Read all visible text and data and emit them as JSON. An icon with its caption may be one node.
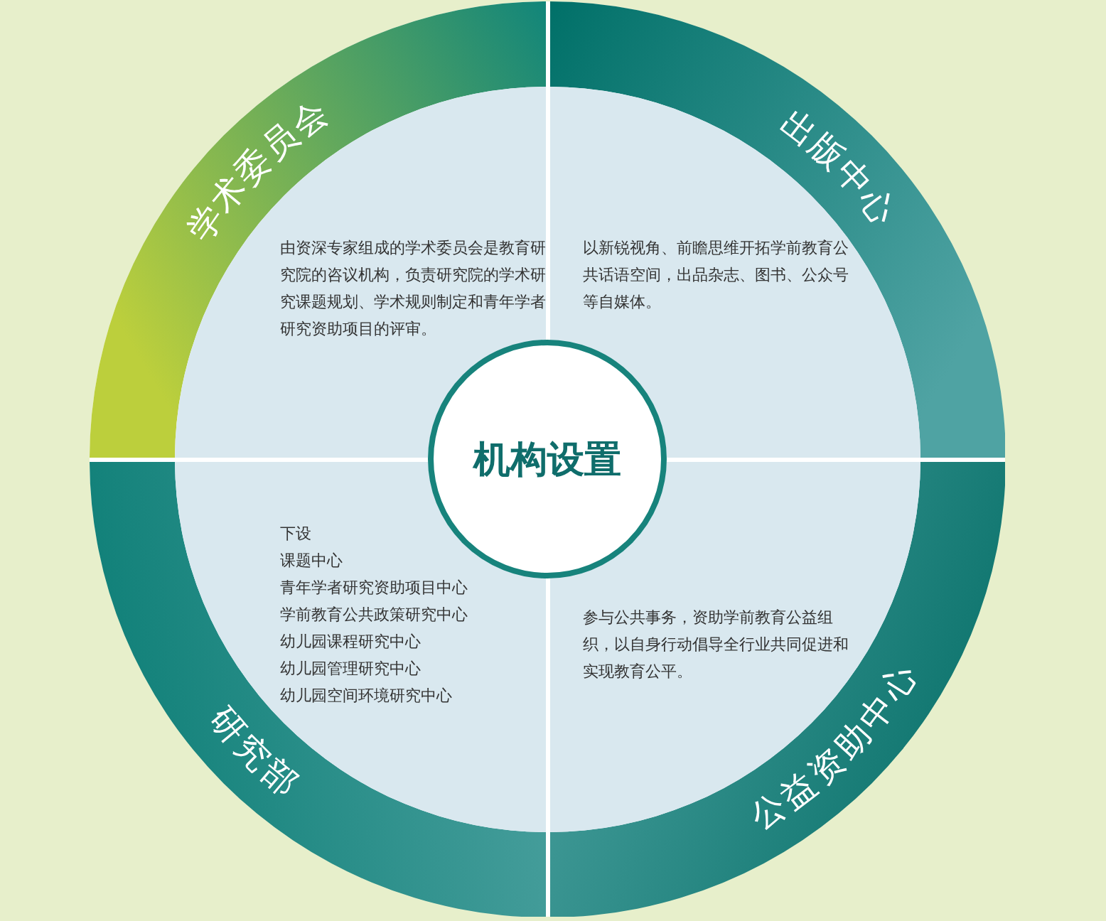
{
  "diagram": {
    "nodes": [
      {
        "text": [
          "机构设置"
        ]
      },
      {
        "text": [
          "学术委员会",
          "由资深专家组成的学术委员会是教育研究院的咨议机构，负责研究院的学术研究课题规划、学术规则制定和青年学者研究资助项目的评审。"
        ]
      },
      {
        "text": [
          "出版中心",
          "以新锐视角、前瞻思维开拓学前教育公共话语空间，出品杂志、图书、公众号等自媒体。"
        ]
      },
      {
        "text": [
          "研究部",
          "下设",
          "课题中心",
          "青年学者研究资助项目中心",
          "学前教育公共政策研究中心",
          "幼儿园课程研究中心",
          "幼儿园管理研究中心",
          "幼儿园空间环境研究中心"
        ]
      },
      {
        "text": [
          "公益资助中心",
          "参与公共事务，资助学前教育公益组织，以自身行动倡导全行业共同促进和实现教育公平。"
        ]
      }
    ]
  }
}
